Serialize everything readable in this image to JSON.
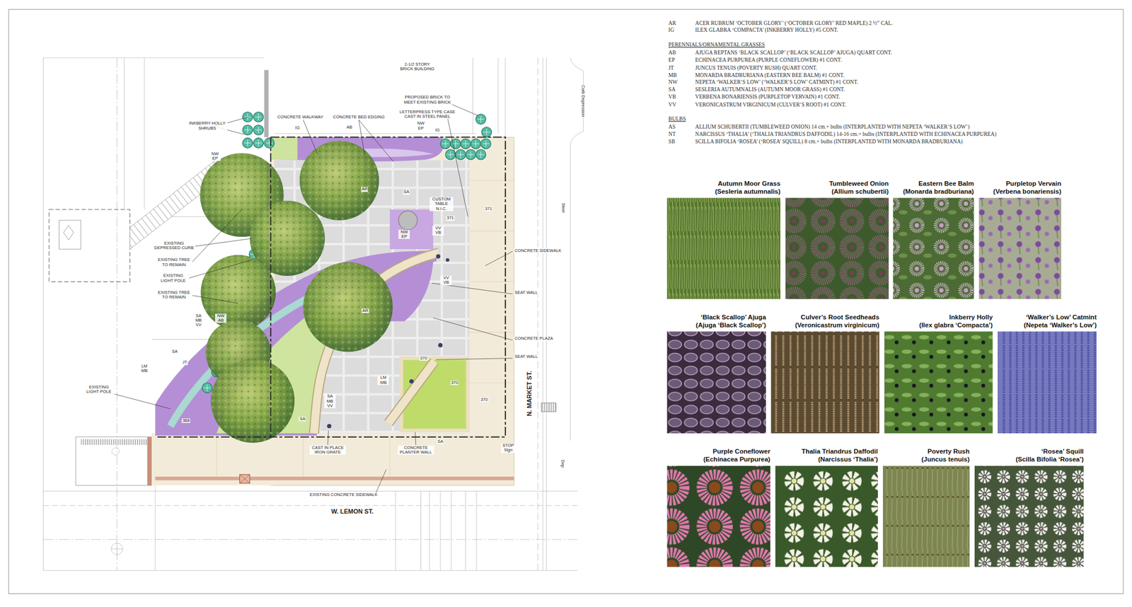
{
  "diagram": {
    "nodes": [
      {
        "text": [
          "Autumn Moor Grass",
          "(Sesleria autumnalis)"
        ]
      },
      {
        "text": [
          "Tumbleweed Onion",
          "(Allium schubertii)"
        ]
      },
      {
        "text": [
          "Eastern Bee Balm",
          "(Monarda bradburiana)"
        ]
      },
      {
        "text": [
          "Purpletop Vervain",
          "(Verbena bonariensis)"
        ]
      },
      {
        "text": [
          "‘Black Scallop’ Ajuga",
          "(Ajuga ‘Black Scallop’)"
        ]
      },
      {
        "text": [
          "Culver’s Root Seedheads",
          "(Veronicastrum virginicum)"
        ]
      },
      {
        "text": [
          "Inkberry Holly",
          "(Ilex glabra ‘Compacta’)"
        ]
      },
      {
        "text": [
          "‘Walker’s Low’ Catmint",
          "(Nepeta ‘Walker’s Low’)"
        ]
      },
      {
        "text": [
          "Purple Coneflower",
          "(Echinacea Purpurea)"
        ]
      },
      {
        "text": [
          "Thalia Triandrus Daffodil",
          "(Narcissus ‘Thalia’)"
        ]
      },
      {
        "text": [
          "Poverty Rush",
          "(Juncus tenuis)"
        ]
      },
      {
        "text": [
          "‘Rosea’ Squill",
          "(Scilla Bifolia ‘Rosea’)"
        ]
      }
    ],
    "labels": [
      "2-1/2 STORY BRICK BUILDING",
      "INKBERRY HOLLY SHRUBS",
      "CONCRETE WALKWAY",
      "CONCRETE BED EDGING",
      "PROPOSED BRICK TO MEET EXISTING BRICK",
      "LETTERPRESS TYPE CASE CAST IN STEEL PANEL",
      "IG",
      "AB",
      "NW EP",
      "IG",
      "NW EP",
      "SA",
      "CUSTOM TABLE N.I.C.",
      "NW EP",
      "VV VB",
      "371",
      "371",
      "CONCRETE SIDEWALK",
      "EXISTING DEPRESSED CURB",
      "EXISTING TREE TO REMAIN",
      "EXISTING LIGHT POLE",
      "EXISTING TREE TO REMAIN",
      "VV VB",
      "SEAT WALL",
      "SA MB VV",
      "NW AB",
      "AR",
      "AR",
      "CONCRETE PLAZA",
      "SEAT WALL",
      "SA",
      "JT",
      "LM MB",
      "EXISTING LIGHT POLE",
      "LM MB",
      "370",
      "370",
      "370",
      "368",
      "SA MB VV",
      "SA",
      "SA",
      "CAST IN PLACE IRON GRATE",
      "CONCRETE PLANTER WALL",
      "STOP Sign",
      "EXISTING CONCRETE SIDEWALK",
      "W. LEMON ST.",
      "N. MARKET ST.",
      "Curb Depression",
      "Steel",
      "Dep",
      "AR",
      "ACER RUBRUM ‘OCTOBER GLORY’ (‘OCTOBER GLORY’ RED MAPLE) 2 ½” CAL.",
      "IG",
      "ILEX GLABRA ‘COMPACTA’ (INKBERRY HOLLY) #5 CONT.",
      "PERENNIALS/ORNAMENTAL GRASSES",
      "AB",
      "AJUGA REPTANS ‘BLACK SCALLOP’ (‘BLACK SCALLOP’ AJUGA) QUART CONT.",
      "EP",
      "ECHINACEA PURPUREA (PURPLE CONEFLOWER) #1 CONT.",
      "JT",
      "JUNCUS TENUIS (POVERTY RUSH) QUART CONT.",
      "MB",
      "MONARDA BRADBURIANA (EASTERN BEE BALM) #1 CONT.",
      "NW",
      "NEPETA ‘WALKER’S LOW’ (‘WALKER’S LOW’ CATMINT) #1 CONT.",
      "SA",
      "SESLERIA AUTUMNALIS (AUTUMN MOOR GRASS) #1 CONT.",
      "VB",
      "VERBENA BONARIENSIS (PURPLETOP VERVAIN) #1 CONT.",
      "VV",
      "VERONICASTRUM VIRGINICUM (CULVER’S ROOT) #1 CONT.",
      "BULBS",
      "AS",
      "ALLIUM SCHUBERTII (TUMBLEWEED ONION) 14 cm.+ bulbs (INTERPLANTED WITH NEPETA ‘WALKER’S LOW’)",
      "NT",
      "NARCISSUS ‘THALIA’ (‘THALIA TRIANDRUS DAFFODIL) 14-16 cm.+ bulbs (INTERPLANTED WITH ECHINACEA PURPUREA)",
      "SB",
      "SCILLA BIFOLIA ‘ROSEA’ (‘ROSEA’ SQUILL) 8 cm.+ bulbs (INTERPLANTED WITH MONARDA BRADBURIANA)"
    ]
  }
}
